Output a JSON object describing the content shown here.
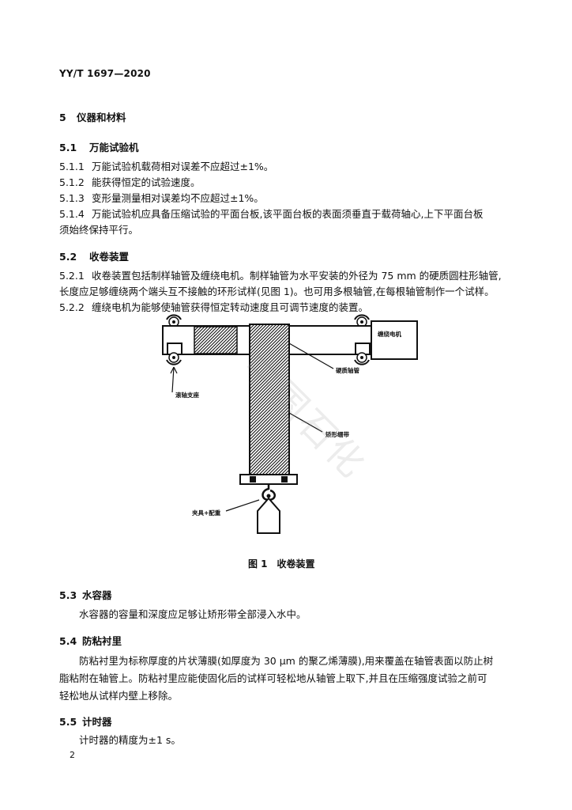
{
  "header": {
    "standard_no": "YY/T 1697—2020"
  },
  "sec5": {
    "num": "5",
    "title": "仪器和材料"
  },
  "sec5_1": {
    "num": "5.1",
    "title": "万能试验机",
    "items": [
      {
        "num": "5.1.1",
        "text": "万能试验机载荷相对误差不应超过±1%。"
      },
      {
        "num": "5.1.2",
        "text": "能获得恒定的试验速度。"
      },
      {
        "num": "5.1.3",
        "text": "变形量测量相对误差均不应超过±1%。"
      },
      {
        "num": "5.1.4",
        "text": "万能试验机应具备压缩试验的平面台板,该平面台板的表面须垂直于载荷轴心,上下平面台板",
        "cont": "须始终保持平行。"
      }
    ]
  },
  "sec5_2": {
    "num": "5.2",
    "title": "收卷装置",
    "p1_num": "5.2.1",
    "p1_line1": "收卷装置包括制样轴管及缠绕电机。制样轴管为水平安装的外径为 75 mm 的硬质圆柱形轴管,",
    "p1_line2": "长度应足够缠绕两个端头互不接触的环形试样(见图 1)。也可用多根轴管,在每根轴管制作一个试样。",
    "p2_num": "5.2.2",
    "p2_text": "缠绕电机为能够使轴管获得恒定转动速度且可调节速度的装置。"
  },
  "figure": {
    "labels": {
      "motor": "缠绕电机",
      "tube": "硬质轴管",
      "bearing": "滚轴支座",
      "strip": "矫形绷带",
      "clamp": "夹具+配重"
    },
    "caption": "图 1　收卷装置",
    "watermark": "中国石化"
  },
  "sec5_3": {
    "num": "5.3",
    "title": "水容器",
    "text": "水容器的容量和深度应足够让矫形带全部浸入水中。"
  },
  "sec5_4": {
    "num": "5.4",
    "title": "防粘衬里",
    "line1": "防粘衬里为标称厚度的片状薄膜(如厚度为 30 μm 的聚乙烯薄膜),用来覆盖在轴管表面以防止树",
    "line2": "脂粘附在轴管上。防粘衬里应能使固化后的试样可轻松地从轴管上取下,并且在压缩强度试验之前可",
    "line3": "轻松地从试样内壁上移除。"
  },
  "sec5_5": {
    "num": "5.5",
    "title": "计时器",
    "text": "计时器的精度为±1 s。"
  },
  "footer": {
    "page_no": "2"
  }
}
